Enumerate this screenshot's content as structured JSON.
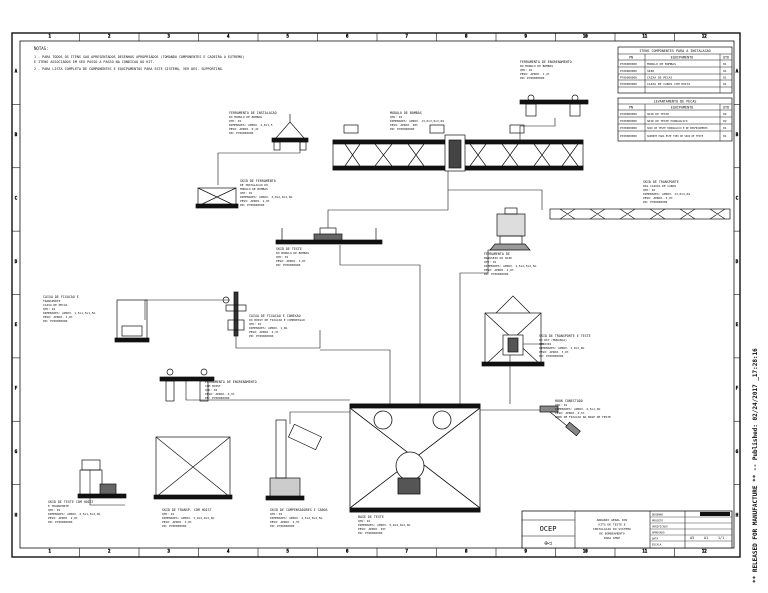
{
  "drawing": {
    "col_numbers": [
      "1",
      "2",
      "3",
      "4",
      "5",
      "6",
      "7",
      "8",
      "9",
      "10",
      "11",
      "12"
    ],
    "row_letters": [
      "A",
      "B",
      "C",
      "D",
      "E",
      "F",
      "G",
      "H"
    ],
    "side_stamp": "** RELEASED FOR MANUFACTURE ** -- Published: 02/24/2017 _17:28:16",
    "notes": {
      "heading": "NOTAS:",
      "lines": [
        "1 - PARA TODOS OS ITENS SAO APRESENTADOS DESENHOS APROPRIADOS (TOMANDO COMPONENTES E CADEIRA A EXTREMO)",
        "    E ITENS ASSOCIADOS EM SEU PASSO A PASSO NA CONDICAO DO KIT.",
        "2 - PARA LISTA COMPLETA DE COMPONENTES E EQUIPAMENTOS PARA ESTE SISTEMA, VER DES. SUPPORTING."
      ]
    },
    "table1": {
      "title": "ITENS COMPONENTES PARA A INSTALACAO",
      "headers": [
        "PN",
        "EQUIPAMENTO",
        "QTD"
      ],
      "rows": [
        [
          "P700000000",
          "MODULO DE BOMBAS",
          "01"
        ],
        [
          "P700000000",
          "SKID",
          "01"
        ],
        [
          "P700000000",
          "CAIXA DE PECAS",
          "01"
        ],
        [
          "P700000000",
          "CAIXA DE CABOS COM HOIST",
          "01"
        ]
      ]
    },
    "table2": {
      "title": "LEVANTAMENTO DE PECAS",
      "headers": [
        "PN",
        "EQUIPAMENTO",
        "QTD"
      ],
      "rows": [
        [
          "P700000000",
          "SKID DE TESTE",
          "02"
        ],
        [
          "P700000000",
          "SKID DE TESTE HIDRAULICO",
          "02"
        ],
        [
          "P700000000",
          "SKID DE TESTE HIDRAULICO E DE RESFRIAMENTO",
          "01"
        ],
        [
          "P700000000",
          "SUPORTE PARA ESTE TIPO DE SKID DE TESTE",
          "01"
        ]
      ]
    },
    "callouts": [
      {
        "title": "FERRAMENTA DE INSTALACAO",
        "lines": [
          "DO MODULO DE BOMBAS",
          "QTD: 01",
          "DIMENSOES: APROX. 2,0x1,5",
          "PESO: APROX. 0,4t",
          "PN: P700000000"
        ]
      },
      {
        "title": "FERRAMENTA DE ENGRENAMENTO",
        "lines": [
          "DO MODULO DE BOMBAS",
          "QTD: 01",
          "PESO: APROX. 1,2t",
          "PN: P700000000"
        ]
      },
      {
        "title": "MODULO DE BOMBAS",
        "lines": [
          "QTD: 01",
          "DIMENSOES: APROX. 13,0x3,0x3,0m",
          "PESO: APROX. 40t",
          "PN: P700000000"
        ]
      },
      {
        "title": "SKID DE FERRAMENTA",
        "lines": [
          "DE INSTALACAO DO",
          "MODULO DE BOMBAS",
          "QTD: 01",
          "DIMENSOES: APROX. 3,0x2,0x2,0m",
          "PESO: APROX. 2,0t",
          "PN: P700000000"
        ]
      },
      {
        "title": "SKID DE TRANSPORTE",
        "lines": [
          "DAS CAIXAS DE CABOS",
          "QTD: 01",
          "DIMENSOES: APROX. 13,0x3,0m",
          "PESO: APROX. 5,0t",
          "PN: P700000000"
        ]
      },
      {
        "title": "SKID DE TESTE",
        "lines": [
          "DO MODULO DE BOMBAS",
          "QTD: 01",
          "PESO: APROX. 3,0t",
          "PN: P700000000"
        ]
      },
      {
        "title": "FERRAMENTA DE",
        "lines": [
          "MANUSEIO DO SKID",
          "QTD: 01",
          "DIMENSOES: APROX. 2,5x2,5x2,5m",
          "PESO: APROX. 2,0t",
          "PN: P700000000"
        ]
      },
      {
        "title": "SKID DE TRANSPORTE E TESTE",
        "lines": [
          "DO KIT (MUDANCA)",
          "QTD: 01",
          "DIMENSOES: APROX. 3,0x3,0m",
          "PESO: APROX. 3,0t",
          "PN: P700000000"
        ]
      },
      {
        "title": "CAIXA DE FIXACAO E",
        "lines": [
          "TRANSPORTE",
          "CAIXA DE PECAS",
          "QTD: 01",
          "DIMENSOES: APROX. 1,5x1,5x1,5m",
          "PESO: APROX. 1,0t",
          "PN: P700000000"
        ]
      },
      {
        "title": "CAIXA DE FIXACAO E CONEXAO",
        "lines": [
          "DO HOIST DE FIXACAO E COMPRESSAO",
          "QTD: 01",
          "DIMENSOES: APROX. 1,0m",
          "PESO: APROX. 0,3t",
          "PN: P700000000"
        ]
      },
      {
        "title": "FERRAMENTA DE ENGRENAMENTO",
        "lines": [
          "COM HOIST",
          "QTD: 02",
          "PESO: APROX. 0,5t",
          "PN: P700000000"
        ]
      },
      {
        "title": "SKID DE TESTE COM HOIST",
        "lines": [
          "E TRANSPORTE",
          "QTD: 01",
          "DIMENSOES: APROX. 2,5x1,5x2,0m",
          "PESO: APROX. 2,0t",
          "PN: P700000000"
        ]
      },
      {
        "title": "SKID DE TRANSP. COM HOIST",
        "lines": [
          "QTD: 01",
          "DIMENSOES: APROX. 3,0x2,0x3,0m",
          "PESO: APROX. 3,0t",
          "PN: P700000000"
        ]
      },
      {
        "title": "SKID DE COMPENSADORES E CABOS",
        "lines": [
          "QTD: 01",
          "DIMENSOES: APROX. 2,5x2,0x2,5m",
          "PESO: APROX. 2,5t",
          "PN: P700000000"
        ]
      },
      {
        "title": "BASE DE TESTE",
        "lines": [
          "QTD: 01",
          "DIMENSOES: APROX. 5,0x4,0x2,0m",
          "PESO: APROX. 25t",
          "PN: P700000000"
        ]
      },
      {
        "title": "HOOK CONECTADO",
        "lines": [
          "QTD: 01",
          "DIMENSOES: APROX. 2,5x1,0m",
          "PESO: APROX. 0,5t",
          "HOOK DE FIXACAO NA BASE DE TESTE"
        ]
      }
    ],
    "title_block": {
      "company": "OCEP",
      "description": [
        "ARRANJO GERAL DOS",
        "KITS DE TESTE E",
        "INSTALACAO DO SISTEMA",
        "DE BOMBEAMENTO",
        "PARA SMSP"
      ],
      "field_labels": [
        "DESENHO",
        "PROJETO",
        "VERIFICADO",
        "APROVADO",
        "DATA",
        "ESCALA"
      ],
      "sheet": "1/1",
      "rev": "A1",
      "size": "A3"
    }
  }
}
